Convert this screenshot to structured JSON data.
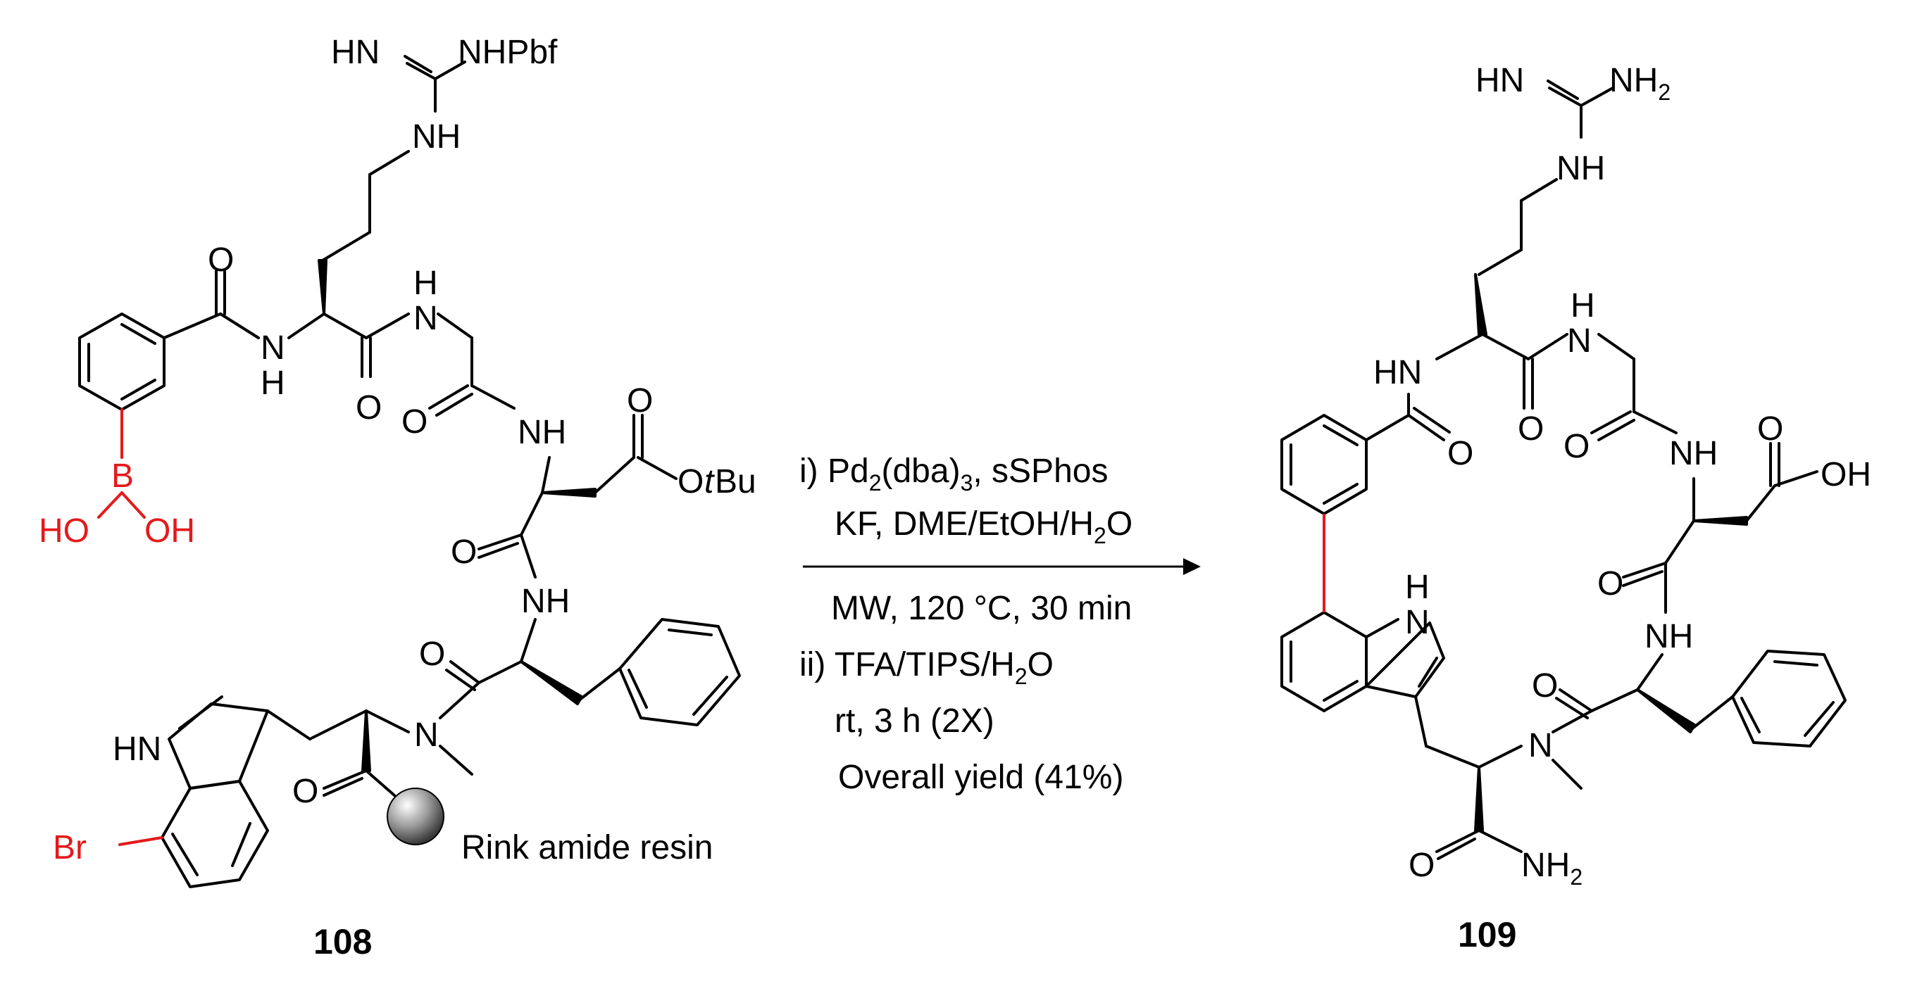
{
  "colors": {
    "bond": "#000000",
    "highlight": "#e31a1c",
    "resin_sphere": "#8a8a8a"
  },
  "reactant": {
    "compound_number": "108",
    "resin_label": "Rink amide resin",
    "labels": {
      "guanidine_imine": "HN",
      "guanidine_nhpbf": "NHPbf",
      "guanidine_nh": "NH",
      "benzamide_o": "O",
      "benzamide_nh_n": "N",
      "benzamide_nh_h": "H",
      "arg_co_o": "O",
      "gly_nh_h": "H",
      "gly_nh_n": "N",
      "gly_co_o": "O",
      "asp_nh": "NH",
      "ester_o_top": "O",
      "ester_otbu_o": "O",
      "ester_otbu_t": "t",
      "ester_otbu_bu": "Bu",
      "asp_co_o": "O",
      "phe_nh": "NH",
      "phe_co_o": "O",
      "nme_n": "N",
      "resin_co_o": "O",
      "indole_hn": "HN",
      "br": "Br",
      "boronic_b": "B",
      "boronic_ho": "HO",
      "boronic_oh": "OH"
    }
  },
  "conditions": {
    "line1_a": "i) Pd",
    "line1_sub": "2",
    "line1_b": "(dba)",
    "line1_sub2": "3",
    "line1_c": ", sSPhos",
    "line2_a": "KF, DME/EtOH/H",
    "line2_sub": "2",
    "line2_b": "O",
    "line3": "MW, 120 °C, 30 min",
    "line4_a": "ii) TFA/TIPS/H",
    "line4_sub": "2",
    "line4_b": "O",
    "line5": "rt, 3 h (2X)",
    "line6": "Overall yield (41%)"
  },
  "product": {
    "compound_number": "109",
    "labels": {
      "guanidine_imine": "HN",
      "guanidine_nh2_a": "NH",
      "guanidine_nh2_sub": "2",
      "guanidine_nh": "NH",
      "arg_hn": "HN",
      "arg_co_o": "O",
      "gly_nh_h": "H",
      "gly_nh_n": "N",
      "gly_co_o": "O",
      "benzamide_o": "O",
      "asp_nh": "NH",
      "acid_o": "O",
      "acid_oh": "OH",
      "asp_co_o": "O",
      "phe_nh": "NH",
      "indole_n": "N",
      "indole_h": "H",
      "phe_co_o": "O",
      "nme_n": "N",
      "amide_o": "O",
      "amide_nh2_a": "NH",
      "amide_nh2_sub": "2"
    }
  }
}
